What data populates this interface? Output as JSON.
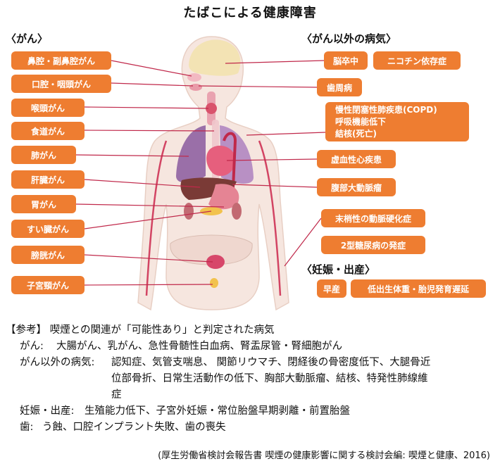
{
  "title": "たばこによる健康障害",
  "sections": {
    "cancer": "〈がん〉",
    "non_cancer": "〈がん以外の病気〉",
    "pregnancy": "〈妊娠・出産〉"
  },
  "cancer_items": [
    "鼻腔・副鼻腔がん",
    "口腔・咽頭がん",
    "喉頭がん",
    "食道がん",
    "肺がん",
    "肝臓がん",
    "胃がん",
    "すい臓がん",
    "膀胱がん",
    "子宮頸がん"
  ],
  "non_cancer_items": {
    "stroke": "脳卒中",
    "nicotine": "ニコチン依存症",
    "periodontal": "歯周病",
    "respiratory": [
      "慢性閉塞性肺疾患(COPD)",
      "呼吸機能低下",
      "結核(死亡)"
    ],
    "ischemic": "虚血性心疾患",
    "aneurysm": "腹部大動脈瘤",
    "arterio": "末梢性の動脈硬化症",
    "diabetes": "2型糖尿病の発症"
  },
  "pregnancy_items": {
    "preterm": "早産",
    "low_birth": "低出生体重・胎児発育遅延"
  },
  "notes": {
    "heading": "【参考】 喫煙との関連が「可能性あり」と判定された病気",
    "cancer_label": "がん:",
    "cancer_text": "大腸がん、乳がん、急性骨髄性白血病、腎盂尿管・腎細胞がん",
    "other_label": "がん以外の病気:",
    "other_line1": "認知症、気管支喘息、 関節リウマチ、閉経後の骨密度低下、大腿骨近",
    "other_line2": "位部骨折、日常生活動作の低下、胸部大動脈瘤、結核、特発性肺線維",
    "other_line3": "症",
    "preg_label": "妊娠・出産:",
    "preg_text": "生殖能力低下、子宮外妊娠・常位胎盤早期剥離・前置胎盤",
    "teeth_label": "歯:",
    "teeth_text": "う蝕、口腔インプラント失敗、歯の喪失"
  },
  "source": "(厚生労働省検討会報告書 喫煙の健康影響に関する検討会編: 喫煙と健康、2016)",
  "colors": {
    "tag": "#ee7d31",
    "line": "#c0284a",
    "skin": "#f6e6df",
    "brain": "#f3e3b4",
    "lung": "#9a6fa8",
    "liver": "#7a3a36"
  }
}
